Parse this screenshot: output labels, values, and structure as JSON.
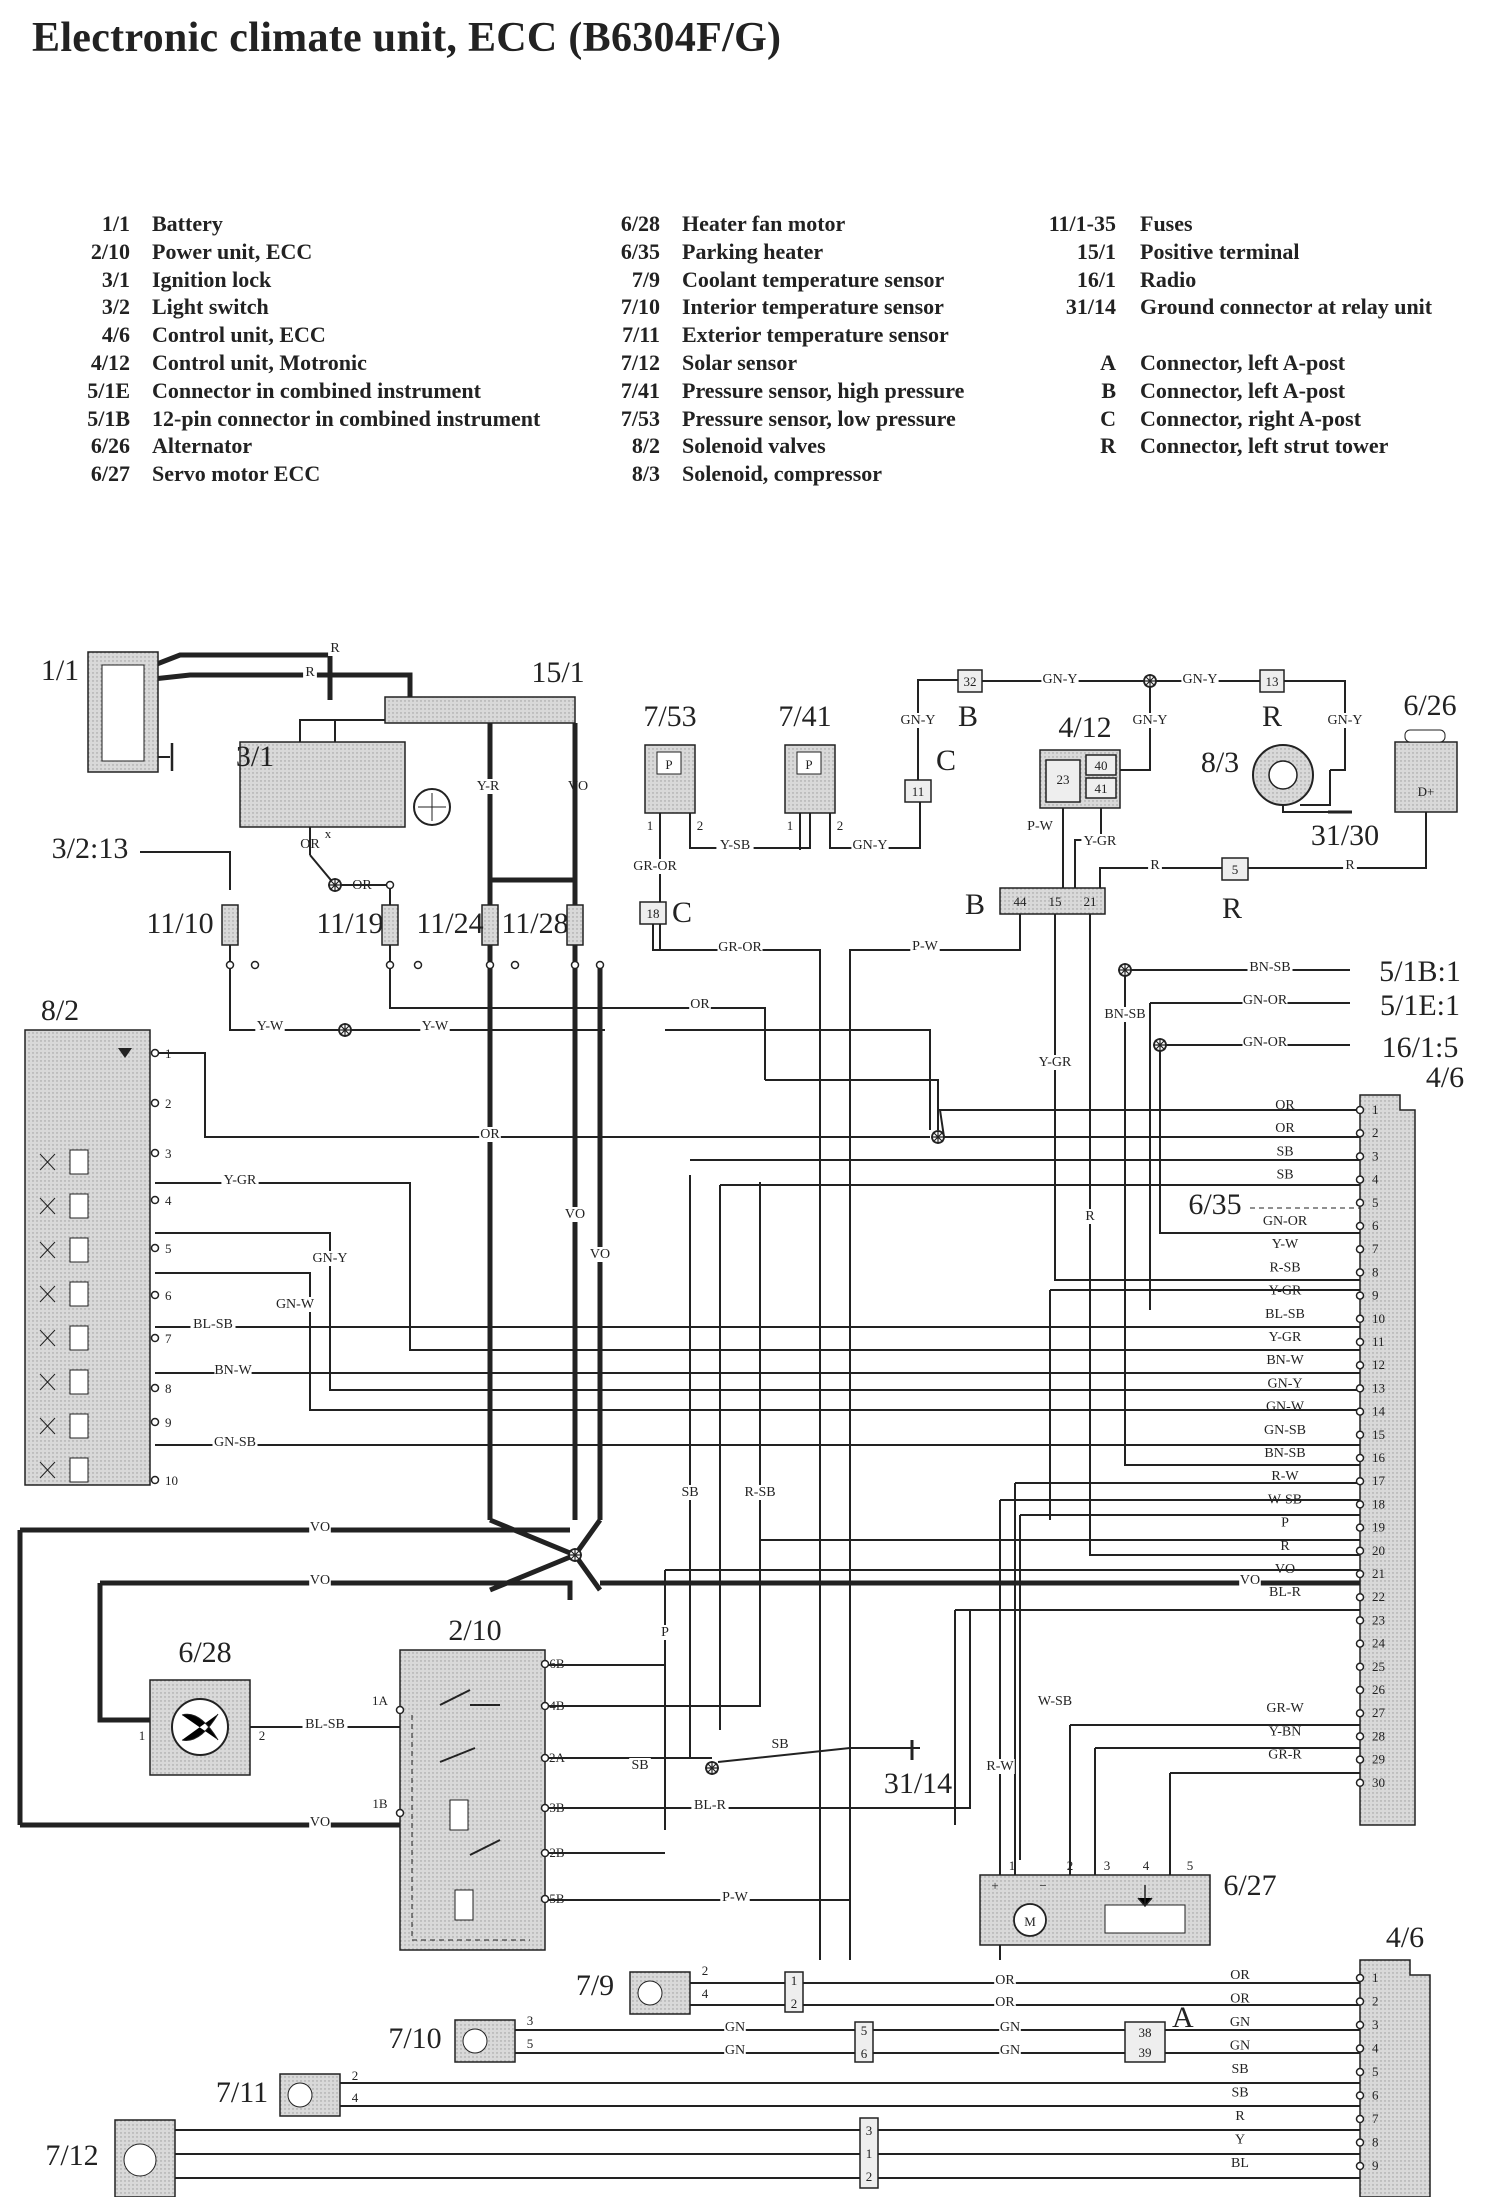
{
  "title": "Electronic climate unit, ECC (B6304F/G)",
  "legend": {
    "col1": [
      {
        "code": "1/1",
        "desc": "Battery"
      },
      {
        "code": "2/10",
        "desc": "Power unit, ECC"
      },
      {
        "code": "3/1",
        "desc": "Ignition lock"
      },
      {
        "code": "3/2",
        "desc": "Light switch"
      },
      {
        "code": "4/6",
        "desc": "Control unit, ECC"
      },
      {
        "code": "4/12",
        "desc": "Control unit, Motronic"
      },
      {
        "code": "5/1E",
        "desc": "Connector in combined instrument"
      },
      {
        "code": "5/1B",
        "desc": "12-pin connector in combined instrument"
      },
      {
        "code": "6/26",
        "desc": "Alternator"
      },
      {
        "code": "6/27",
        "desc": "Servo motor ECC"
      }
    ],
    "col2": [
      {
        "code": "6/28",
        "desc": "Heater fan motor"
      },
      {
        "code": "6/35",
        "desc": "Parking heater"
      },
      {
        "code": "7/9",
        "desc": "Coolant temperature sensor"
      },
      {
        "code": "7/10",
        "desc": "Interior temperature sensor"
      },
      {
        "code": "7/11",
        "desc": "Exterior temperature sensor"
      },
      {
        "code": "7/12",
        "desc": "Solar sensor"
      },
      {
        "code": "7/41",
        "desc": "Pressure sensor, high pressure"
      },
      {
        "code": "7/53",
        "desc": "Pressure sensor, low pressure"
      },
      {
        "code": "8/2",
        "desc": "Solenoid valves"
      },
      {
        "code": "8/3",
        "desc": "Solenoid, compressor"
      }
    ],
    "col3": [
      {
        "code": "11/1-35",
        "desc": "Fuses"
      },
      {
        "code": "15/1",
        "desc": "Positive terminal"
      },
      {
        "code": "16/1",
        "desc": "Radio"
      },
      {
        "code": "31/14",
        "desc": "Ground connector at relay unit"
      },
      {
        "code": "",
        "desc": ""
      },
      {
        "code": "A",
        "desc": "Connector, left A-post"
      },
      {
        "code": "B",
        "desc": "Connector, left A-post"
      },
      {
        "code": "C",
        "desc": "Connector, right A-post"
      },
      {
        "code": "R",
        "desc": "Connector, left strut tower"
      }
    ]
  },
  "component_labels": {
    "battery": "1/1",
    "positive_terminal": "15/1",
    "ignition_lock": "3/1",
    "light_switch": "3/2:13",
    "fuse_11_10": "11/10",
    "fuse_11_19": "11/19",
    "fuse_11_24": "11/24",
    "fuse_11_28": "11/28",
    "pressure_low": "7/53",
    "pressure_high": "7/41",
    "motronic": "4/12",
    "compressor_solenoid": "8/3",
    "alternator": "6/26",
    "ground_31_30": "31/30",
    "solenoid_valves": "8/2",
    "control_unit_top": "4/6",
    "connector_5_1b": "5/1B:1",
    "connector_5_1e": "5/1E:1",
    "radio": "16/1:5",
    "parking_heater": "6/35",
    "heater_fan": "6/28",
    "power_unit": "2/10",
    "ground_31_14": "31/14",
    "servo_motor": "6/27",
    "control_unit_bottom": "4/6",
    "coolant_sensor": "7/9",
    "interior_sensor": "7/10",
    "exterior_sensor": "7/11",
    "solar_sensor": "7/12"
  },
  "connector_letters": {
    "b_top": "B",
    "r_top": "R",
    "c_top": "C",
    "c_mid": "C",
    "b_mid": "B",
    "r_mid": "R",
    "a_bottom": "A"
  },
  "pin_boxes": {
    "p32": "32",
    "p13": "13",
    "p11": "11",
    "p18": "18",
    "p5": "5",
    "m23": "23",
    "m40": "40",
    "m41": "41",
    "b44": "44",
    "b15": "15",
    "b21": "21",
    "dplus": "D+",
    "p_low": "P",
    "p_high": "P",
    "a38": "38",
    "a39": "39"
  },
  "ecu_pins_top": [
    "1",
    "2",
    "3",
    "4",
    "5",
    "6",
    "7",
    "8",
    "9",
    "10",
    "11",
    "12",
    "13",
    "14",
    "15",
    "16",
    "17",
    "18",
    "19",
    "20",
    "21",
    "22",
    "23",
    "24",
    "25",
    "26",
    "27",
    "28",
    "29",
    "30"
  ],
  "ecu_wires_top": [
    "OR",
    "OR",
    "SB",
    "SB",
    "",
    "GN-OR",
    "Y-W",
    "R-SB",
    "Y-GR",
    "BL-SB",
    "Y-GR",
    "BN-W",
    "GN-Y",
    "GN-W",
    "GN-SB",
    "BN-SB",
    "R-W",
    "W-SB",
    "P",
    "R",
    "VO",
    "BL-R",
    "",
    "",
    "",
    "",
    "GR-W",
    "Y-BN",
    "GR-R",
    ""
  ],
  "ecu_pins_bottom": [
    "1",
    "2",
    "3",
    "4",
    "5",
    "6",
    "7",
    "8",
    "9"
  ],
  "ecu_wires_bottom": [
    "OR",
    "OR",
    "GN",
    "GN",
    "SB",
    "SB",
    "R",
    "Y",
    "BL"
  ],
  "solenoid_pins": [
    "1",
    "2",
    "3",
    "4",
    "5",
    "6",
    "7",
    "8",
    "9",
    "10"
  ],
  "wire_labels": {
    "r1": "R",
    "r2": "R",
    "yr": "Y-R",
    "vo1": "VO",
    "gny1": "GN-Y",
    "gny2": "GN-Y",
    "gny3": "GN-Y",
    "gny4": "GN-Y",
    "gny5": "GN-Y",
    "ysb": "Y-SB",
    "gny6": "GN-Y",
    "gror1": "GR-OR",
    "gror2": "GR-OR",
    "pw1": "P-W",
    "ygr1": "Y-GR",
    "rr1": "R",
    "rr2": "R",
    "or1": "OR",
    "or2": "OR",
    "or3": "OR",
    "yw1": "Y-W",
    "yw2": "Y-W",
    "bnsb1": "BN-SB",
    "bnsb2": "BN-SB",
    "gnor1": "GN-OR",
    "gnor2": "GN-OR",
    "ygr2": "Y-GR",
    "ygr3": "Y-GR",
    "r3": "R",
    "gny7": "GN-Y",
    "gnw1": "GN-W",
    "blsb1": "BL-SB",
    "bnw1": "BN-W",
    "gnsb1": "GN-SB",
    "vo2": "VO",
    "vo3": "VO",
    "vo4": "VO",
    "vo5": "VO",
    "vo6": "VO",
    "sb1": "SB",
    "rsb1": "R-SB",
    "p1": "P",
    "wsb1": "W-SB",
    "blsb2": "BL-SB",
    "sb2": "SB",
    "sb3": "SB",
    "rw1": "R-W",
    "blr1": "BL-R",
    "pw2": "P-W",
    "or4": "OR",
    "or5": "OR",
    "gn1": "GN",
    "gn2": "GN",
    "gn3": "GN",
    "gn4": "GN"
  },
  "pu_pins": {
    "a1": "1A",
    "b1": "1B",
    "b6": "6B",
    "b4": "4B",
    "a2": "2A",
    "b3": "3B",
    "b2": "2B",
    "b5": "5B"
  },
  "servo_pins": {
    "s1": "1",
    "s2": "2",
    "s3": "3",
    "s4": "4",
    "s5": "5",
    "plus": "+",
    "minus": "−",
    "motor": "M"
  },
  "fan_pins": {
    "f1": "1",
    "f2": "2"
  },
  "sensor_pins": {
    "p753_1": "1",
    "p753_2": "2",
    "p741_1": "1",
    "p741_2": "2",
    "s79_2": "2",
    "s79_4": "4",
    "s710_3": "3",
    "s710_5": "5",
    "s711_2": "2",
    "s711_4": "4",
    "c1": "1",
    "c2": "2",
    "c5": "5",
    "c6": "6",
    "c3": "3",
    "c1b": "1",
    "c2b": "2",
    "x": "x"
  }
}
